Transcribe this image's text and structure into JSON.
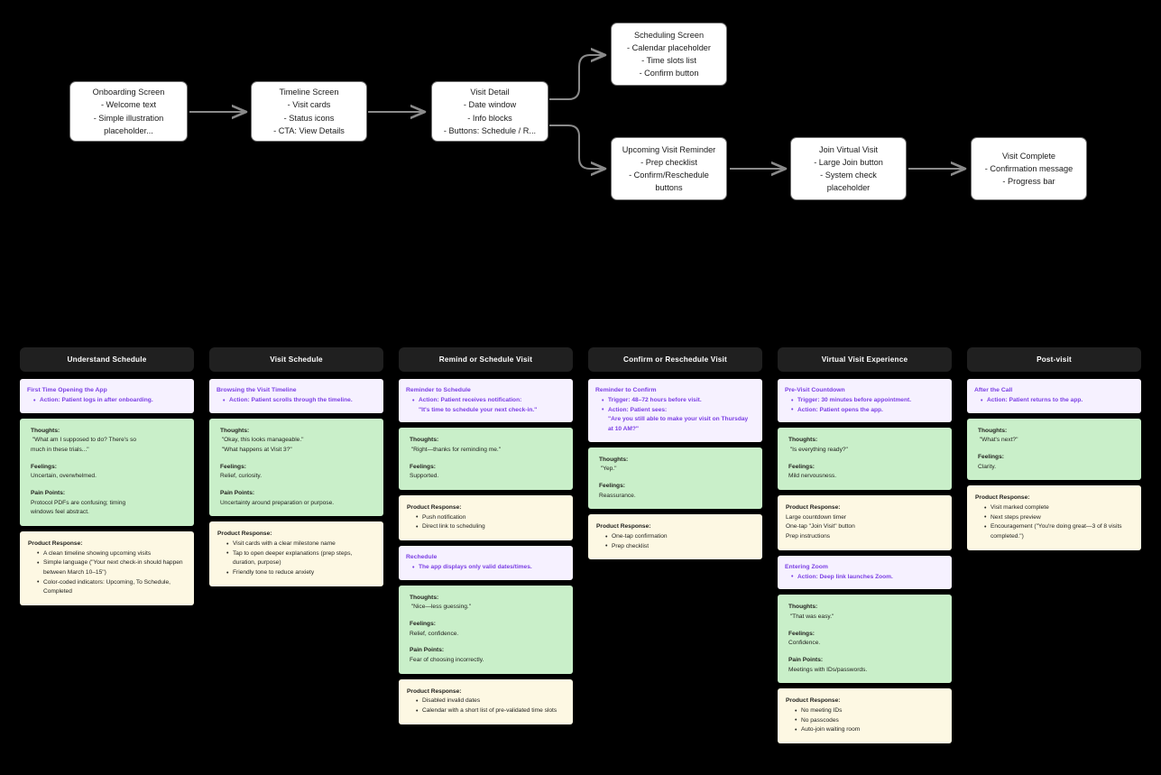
{
  "meta": {
    "background": "#000000",
    "accent_purple": "#7b3fe4",
    "emotion_green": "#c9efc9",
    "product_cream": "#fdf8e3",
    "action_lavender": "#f6f1ff",
    "header_dark": "#202020"
  },
  "flow": {
    "boxes": [
      {
        "id": "onboarding",
        "title": "Onboarding Screen",
        "lines": [
          "- Welcome text",
          "- Simple illustration",
          "placeholder..."
        ]
      },
      {
        "id": "timeline",
        "title": "Timeline Screen",
        "lines": [
          "- Visit cards",
          "- Status icons",
          "- CTA: View Details"
        ]
      },
      {
        "id": "visit-detail",
        "title": "Visit Detail",
        "lines": [
          "- Date window",
          "- Info blocks",
          "- Buttons: Schedule / R..."
        ]
      },
      {
        "id": "scheduling",
        "title": "Scheduling Screen",
        "lines": [
          "- Calendar placeholder",
          "- Time slots list",
          "- Confirm button"
        ]
      },
      {
        "id": "upcoming-reminder",
        "title": "Upcoming Visit Reminder",
        "lines": [
          "- Prep checklist",
          "- Confirm/Reschedule",
          "buttons"
        ]
      },
      {
        "id": "join-virtual",
        "title": "Join Virtual Visit",
        "lines": [
          "- Large Join button",
          "- System check",
          "placeholder"
        ]
      },
      {
        "id": "visit-complete",
        "title": "Visit Complete",
        "lines": [
          "- Confirmation message",
          "- Progress bar"
        ]
      }
    ]
  },
  "map": {
    "columns": [
      {
        "header": "Understand  Schedule",
        "cards": [
          {
            "type": "action",
            "title": "First Time Opening the App",
            "bullets": [
              "Action: Patient logs in after onboarding."
            ]
          },
          {
            "type": "emotion",
            "blocks": [
              {
                "label": "Thoughts:",
                "lines": [
                  " \"What am I supposed to do? There's so",
                  "much in these trials...\""
                ]
              },
              {
                "label": "Feelings:",
                "lines": [
                  "Uncertain, overwhelmed."
                ]
              },
              {
                "label": "Pain Points:",
                "lines": [
                  "Protocol PDFs are confusing; timing",
                  "windows feel abstract."
                ]
              }
            ]
          },
          {
            "type": "product",
            "label": "Product Response:",
            "bullets": [
              "A clean timeline showing upcoming visits",
              "Simple language (\"Your next check-in should happen between March 10–15\")",
              "Color-coded indicators: Upcoming, To Schedule, Completed"
            ]
          }
        ]
      },
      {
        "header": "Visit  Schedule",
        "cards": [
          {
            "type": "action",
            "title": "Browsing the Visit Timeline",
            "bullets": [
              "Action: Patient scrolls through the timeline."
            ]
          },
          {
            "type": "emotion",
            "blocks": [
              {
                "label": "Thoughts:",
                "lines": [
                  " \"Okay, this looks manageable.\"",
                  " \"What happens at Visit 3?\""
                ]
              },
              {
                "label": "Feelings:",
                "lines": [
                  "Relief, curiosity."
                ]
              },
              {
                "label": "Pain Points:",
                "lines": [
                  "Uncertainty around preparation or purpose."
                ]
              }
            ]
          },
          {
            "type": "product",
            "label": "Product Response:",
            "bullets": [
              "Visit cards with a clear milestone name",
              "Tap to open deeper explanations (prep steps, duration, purpose)",
              "Friendly tone to reduce anxiety"
            ]
          }
        ]
      },
      {
        "header": "Remind or Schedule Visit",
        "cards": [
          {
            "type": "action",
            "title": "Reminder to Schedule",
            "bullets": [
              "Action: Patient receives notification:"
            ],
            "sub": [
              "\"It's time to schedule your next check-in.\""
            ]
          },
          {
            "type": "emotion",
            "blocks": [
              {
                "label": "Thoughts:",
                "lines": [
                  " \"Right—thanks for reminding me.\""
                ]
              },
              {
                "label": "Feelings:",
                "lines": [
                  "Supported."
                ]
              }
            ]
          },
          {
            "type": "product",
            "label": "Product Response:",
            "bullets": [
              "Push notification",
              "Direct link to scheduling"
            ]
          },
          {
            "type": "action",
            "title": "Rechedule",
            "bullets": [
              "The app displays only valid dates/times."
            ]
          },
          {
            "type": "emotion",
            "blocks": [
              {
                "label": "Thoughts:",
                "lines": [
                  " \"Nice—less guessing.\""
                ]
              },
              {
                "label": "Feelings:",
                "lines": [
                  "Relief, confidence."
                ]
              },
              {
                "label": "Pain Points:",
                "lines": [
                  "Fear of choosing incorrectly."
                ]
              }
            ]
          },
          {
            "type": "product",
            "label": "Product Response:",
            "bullets": [
              "Disabled invalid dates",
              "Calendar with a short list of pre-validated time slots"
            ]
          }
        ]
      },
      {
        "header": "Confirm or Reschedule Visit",
        "cards": [
          {
            "type": "action",
            "title": "Reminder to Confirm",
            "bullets": [
              "Trigger: 48–72 hours before visit.",
              "Action: Patient sees:"
            ],
            "sub": [
              "\"Are you still able to make your visit on Thursday",
              "at 10 AM?\""
            ]
          },
          {
            "type": "emotion",
            "blocks": [
              {
                "label": "Thoughts:",
                "lines": [
                  " \"Yep.\""
                ]
              },
              {
                "label": "Feelings:",
                "lines": [
                  "Reassurance."
                ]
              }
            ]
          },
          {
            "type": "product",
            "label": "Product Response:",
            "bullets": [
              "One-tap confirmation",
              "Prep checklist"
            ]
          }
        ]
      },
      {
        "header": "Virtual Visit Experience",
        "cards": [
          {
            "type": "action",
            "title": "Pre-Visit Countdown",
            "bullets": [
              "Trigger: 30 minutes before appointment.",
              "Action: Patient opens the app."
            ]
          },
          {
            "type": "emotion",
            "blocks": [
              {
                "label": "Thoughts:",
                "lines": [
                  " \"Is everything ready?\""
                ]
              },
              {
                "label": "Feelings:",
                "lines": [
                  "Mild nervousness."
                ]
              }
            ]
          },
          {
            "type": "product",
            "label": "Product Response:",
            "plain": [
              "Large countdown timer",
              "One-tap \"Join Visit\" button",
              "Prep instructions"
            ]
          },
          {
            "type": "action",
            "title": "Entering Zoom",
            "bullets": [
              "Action: Deep link launches Zoom."
            ]
          },
          {
            "type": "emotion",
            "blocks": [
              {
                "label": "Thoughts:",
                "lines": [
                  " \"That was easy.\""
                ]
              },
              {
                "label": "Feelings:",
                "lines": [
                  "Confidence."
                ]
              },
              {
                "label": "Pain Points:",
                "lines": [
                  "Meetings with IDs/passwords."
                ]
              }
            ]
          },
          {
            "type": "product",
            "label": "Product Response:",
            "bullets": [
              "No meeting IDs",
              "No passcodes",
              "Auto-join waiting room"
            ]
          }
        ]
      },
      {
        "header": "Post-visit",
        "cards": [
          {
            "type": "action",
            "title": "After the Call",
            "bullets": [
              "Action: Patient returns to the app."
            ]
          },
          {
            "type": "emotion",
            "blocks": [
              {
                "label": "Thoughts:",
                "lines": [
                  " \"What's next?\""
                ]
              },
              {
                "label": "Feelings:",
                "lines": [
                  "Clarity."
                ]
              }
            ]
          },
          {
            "type": "product",
            "label": "Product Response:",
            "bullets": [
              "Visit marked complete",
              "Next steps preview",
              "Encouragement (\"You're doing great—3 of 8 visits completed.\")"
            ]
          }
        ]
      }
    ]
  }
}
